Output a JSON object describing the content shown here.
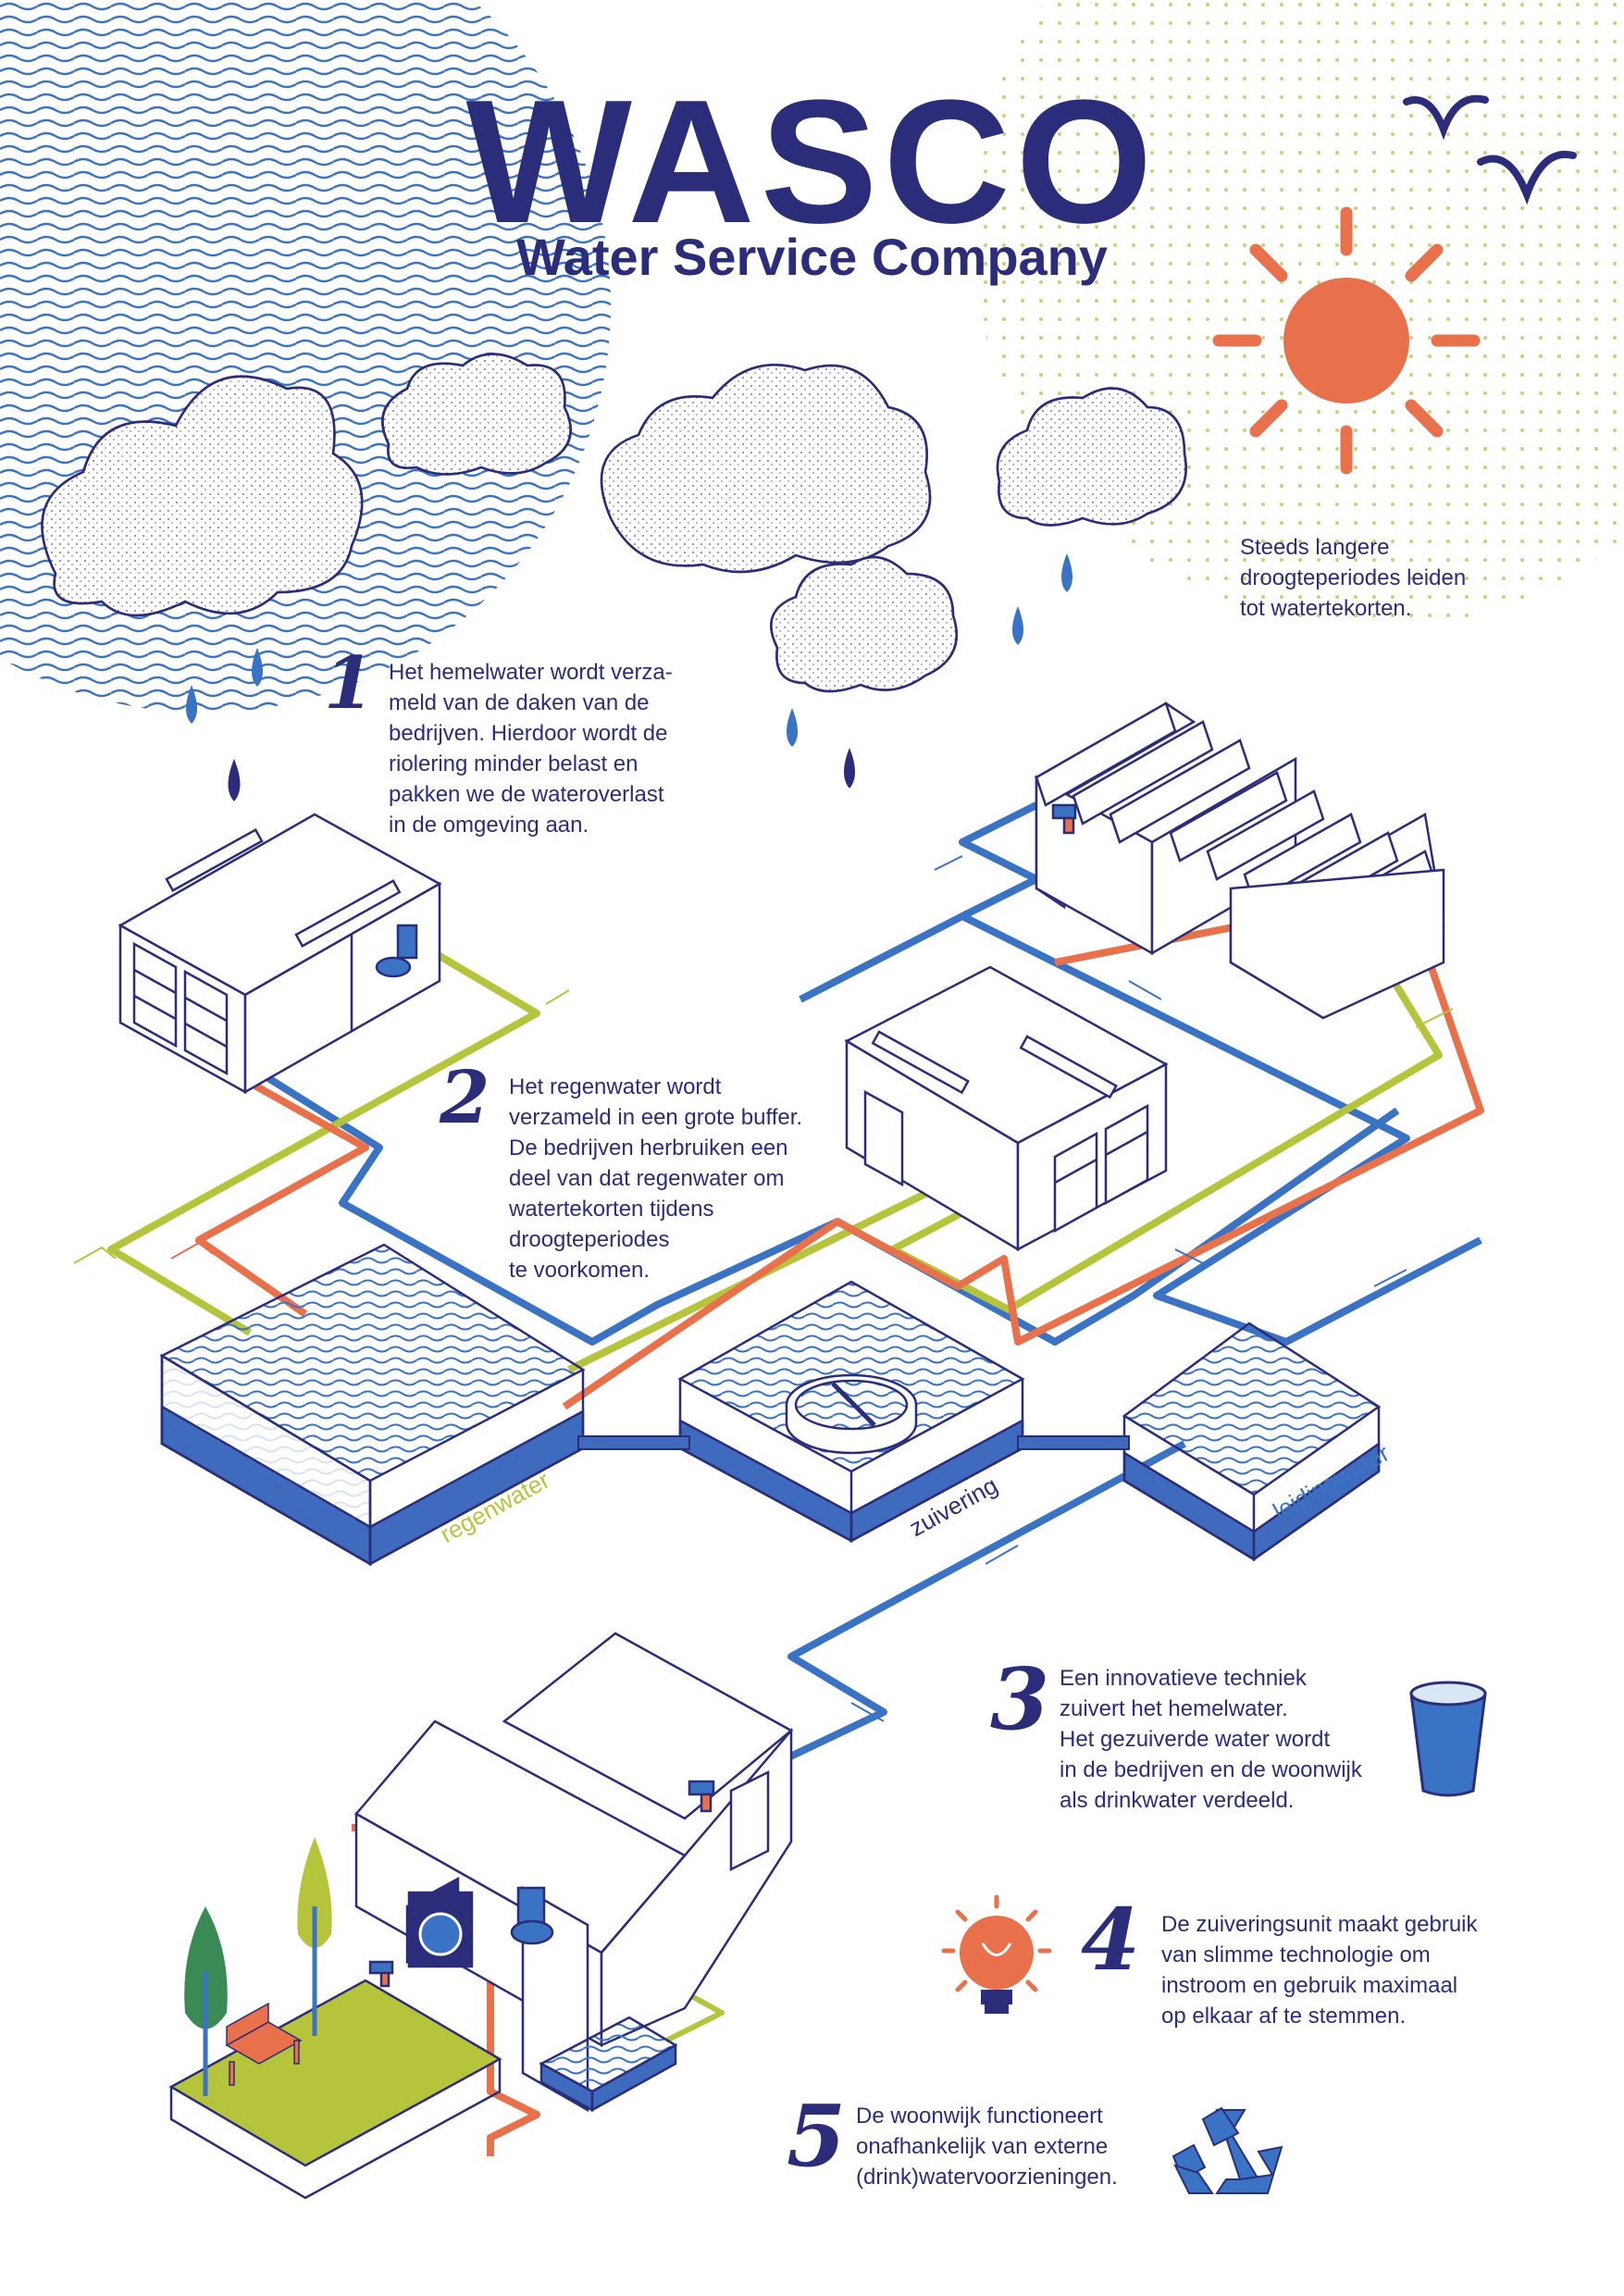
{
  "header": {
    "title": "WASCO",
    "subtitle": "Water Service Company"
  },
  "sun_note": "Steeds langere\ndroogteperiodes leiden\ntot watertekorten.",
  "steps": [
    {
      "number": "1",
      "text": "Het hemelwater wordt verza-\nmeld van de daken van de\nbedrijven. Hierdoor wordt de\nriolering minder belast en\npakken we de wateroverlast\nin de omgeving aan."
    },
    {
      "number": "2",
      "text": "Het regenwater wordt\nverzameld in een grote buffer.\nDe bedrijven herbruiken een\ndeel van dat regenwater om\nwatertekorten tijdens\ndroogteperiodes\nte voorkomen."
    },
    {
      "number": "3",
      "text": "Een innovatieve techniek\nzuivert het hemelwater.\nHet gezuiverde water wordt\nin de bedrijven en de woonwijk\nals drinkwater verdeeld."
    },
    {
      "number": "4",
      "text": "De zuiveringsunit maakt gebruik\nvan slimme technologie om\ninstroom en gebruik maximaal\nop elkaar af te stemmen."
    },
    {
      "number": "5",
      "text": "De woonwijk functioneert\nonafhankelijk van externe\n(drink)watervoorzieningen."
    }
  ],
  "basins": {
    "regenwater": "regenwater",
    "zuivering": "zuivering",
    "leidingwater": "leidingwater"
  },
  "colors": {
    "navy": "#2b2d7a",
    "blue": "#3a73c4",
    "orange": "#e8704a",
    "green": "#b6c43c",
    "water_fill": "#3f6bbf",
    "tree_green": "#3a8a55"
  },
  "icons": [
    "cloud-icon",
    "sun-icon",
    "bird-icon",
    "raindrop-icon",
    "water-glass-icon",
    "light-bulb-icon",
    "recycle-icon",
    "tree-icon",
    "bench-icon",
    "washing-machine-icon",
    "toilet-icon",
    "tap-icon"
  ]
}
